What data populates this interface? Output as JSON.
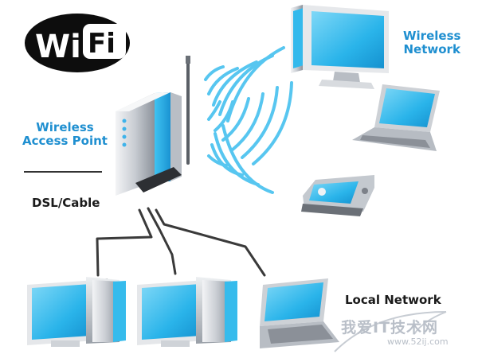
{
  "logo": {
    "text": "WiFi"
  },
  "labels": {
    "wireless_access_point": "Wireless\nAccess Point",
    "wireless_network": "Wireless\nNetwork",
    "dsl_cable": "DSL/Cable",
    "local_network": "Local Network"
  },
  "watermark": {
    "text": "我爱IT技术网",
    "url": "www.52ij.com"
  },
  "colors": {
    "accent": "#1f8fd0",
    "wave": "#57c6f0",
    "screen": "#2ab4ea",
    "cable": "#3a3a3a"
  },
  "icons": [
    "wifi-logo",
    "router-icon",
    "desktop-computer-icon",
    "laptop-icon",
    "smartphone-icon"
  ]
}
